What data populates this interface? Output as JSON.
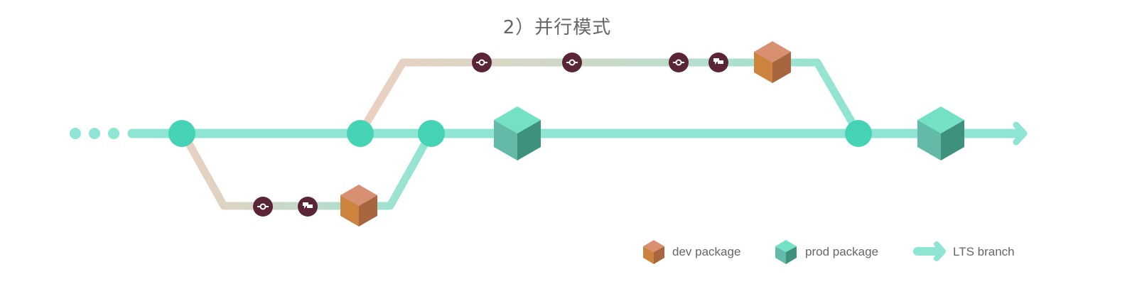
{
  "title": "2）并行模式",
  "colors": {
    "lts": "#8EE5D3",
    "node": "#44D4B5",
    "dev_branch": "#EAD0C1",
    "commit": "#5A2537",
    "dev_top": "#D99072",
    "dev_left": "#CB833E",
    "dev_right": "#A8653F",
    "prod_top": "#74E1C7",
    "prod_left": "#63BAA8",
    "prod_right": "#3E917D"
  },
  "icons": {
    "commit": "commit-icon",
    "message": "chat-icon",
    "dev_package": "orange-cube-icon",
    "prod_package": "teal-cube-icon",
    "lts": "arrow-icon"
  },
  "legend": {
    "dev": "dev package",
    "prod": "prod package",
    "lts": "LTS branch"
  }
}
